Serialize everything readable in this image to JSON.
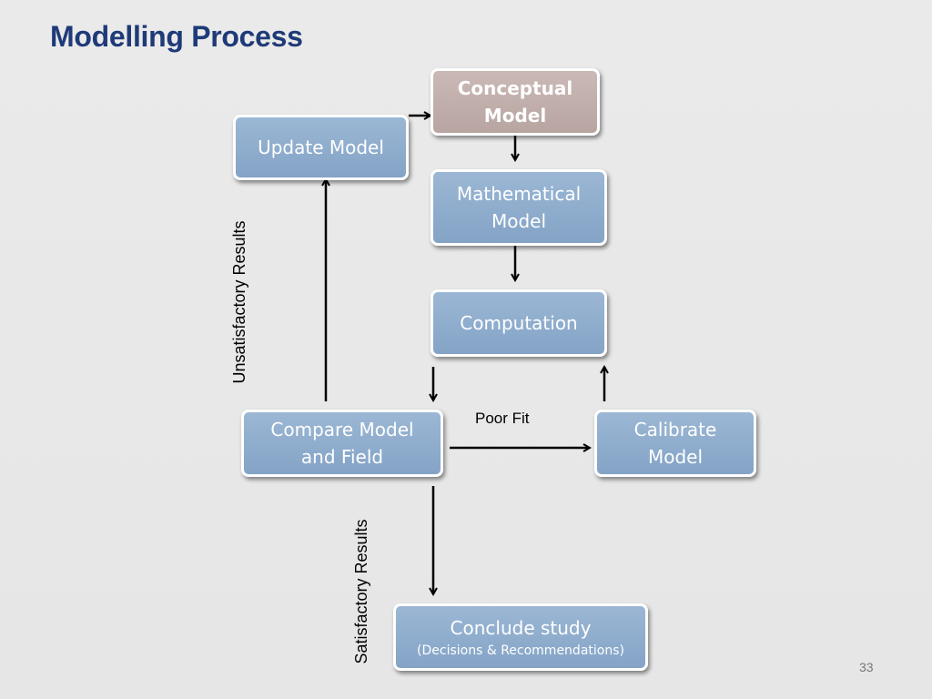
{
  "slide": {
    "title": "Modelling Process",
    "page_number": "33"
  },
  "nodes": {
    "conceptual": {
      "line1": "Conceptual",
      "line2": "Model"
    },
    "update": {
      "line1": "Update Model"
    },
    "mathematical": {
      "line1": "Mathematical",
      "line2": "Model"
    },
    "computation": {
      "line1": "Computation"
    },
    "compare": {
      "line1": "Compare Model",
      "line2": "and Field"
    },
    "calibrate": {
      "line1": "Calibrate",
      "line2": "Model"
    },
    "conclude": {
      "line1": "Conclude study",
      "line2": "(Decisions & Recommendations)"
    }
  },
  "edge_labels": {
    "poor_fit": "Poor Fit",
    "unsatisfactory": "Unsatisfactory Results",
    "satisfactory": "Satisfactory Results"
  },
  "colors": {
    "title": "#1f3a78",
    "box_blue": "#8eadcd",
    "box_concept": "#c1afab",
    "arrow": "#000000"
  }
}
